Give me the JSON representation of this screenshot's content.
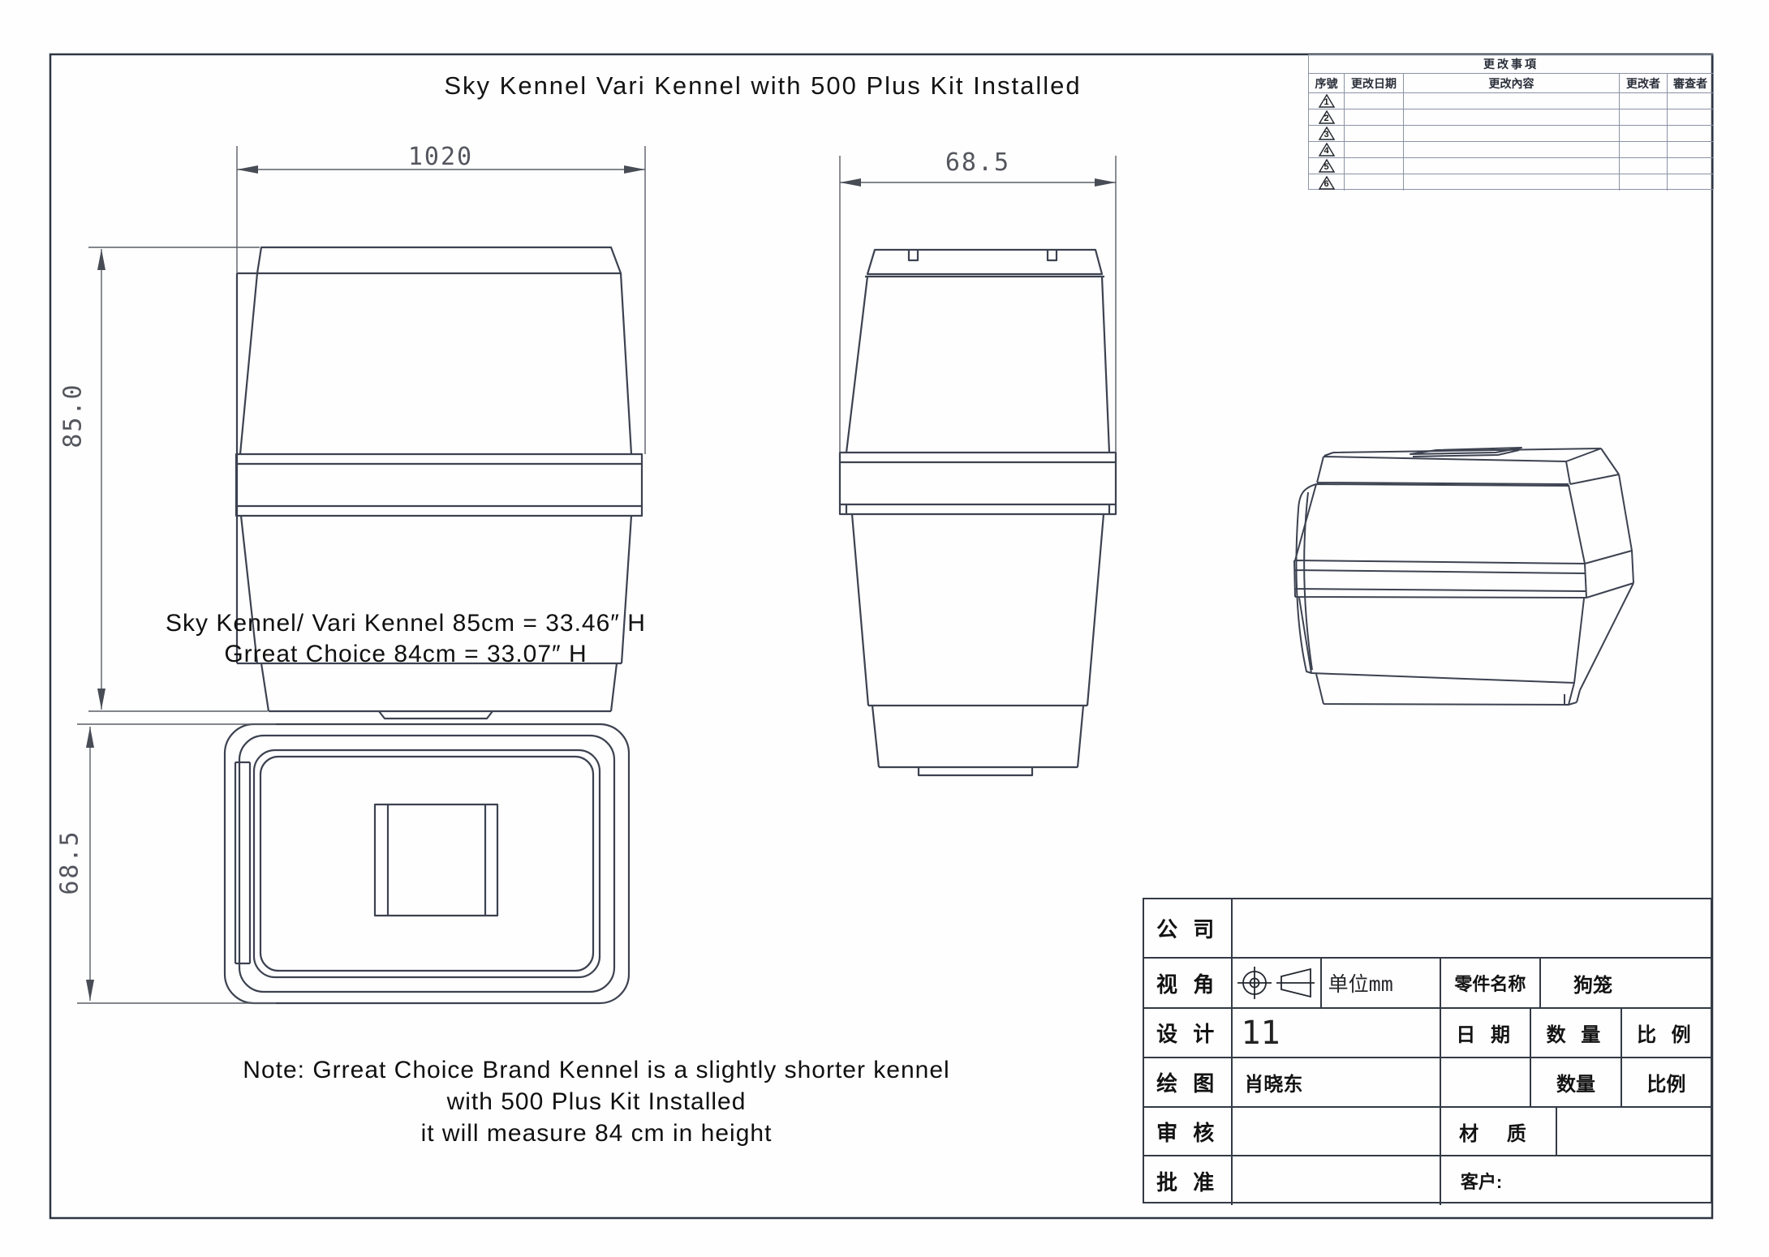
{
  "page": {
    "title": "Sky Kennel Vari Kennel with 500 Plus Kit Installed"
  },
  "dimensions": {
    "side_length": "1020",
    "side_height": "85.0",
    "front_width": "68.5",
    "top_depth": "68.5"
  },
  "annotations": {
    "height_line1": "Sky Kennel/ Vari Kennel 85cm = 33.46″ H",
    "height_line2": "Grreat Choice 84cm = 33.07″ H",
    "note_line1": "Note: Grreat Choice Brand Kennel is a slightly shorter kennel",
    "note_line2": "with 500 Plus Kit Installed",
    "note_line3": "it will measure 84 cm in height"
  },
  "revision_table": {
    "title": "更改事項",
    "columns": [
      "序號",
      "更改日期",
      "更改內容",
      "更改者",
      "審查者"
    ],
    "rows": [
      "1",
      "2",
      "3",
      "4",
      "5",
      "6"
    ]
  },
  "title_block": {
    "company_label": "公 司",
    "view_label": "视 角",
    "unit_text": "单位mm",
    "part_name_label": "零件名称",
    "part_name_value": "狗笼",
    "design_label": "设 计",
    "design_value": "11",
    "date_label": "日 期",
    "quantity_label": "数 量",
    "scale_label": "比 例",
    "draw_label": "绘 图",
    "draw_value": "肖晓东",
    "quantity_label_2": "数量",
    "scale_label_2": "比例",
    "check_label": "审 核",
    "material_label": "材 质",
    "approve_label": "批 准",
    "customer_label": "客户:"
  }
}
